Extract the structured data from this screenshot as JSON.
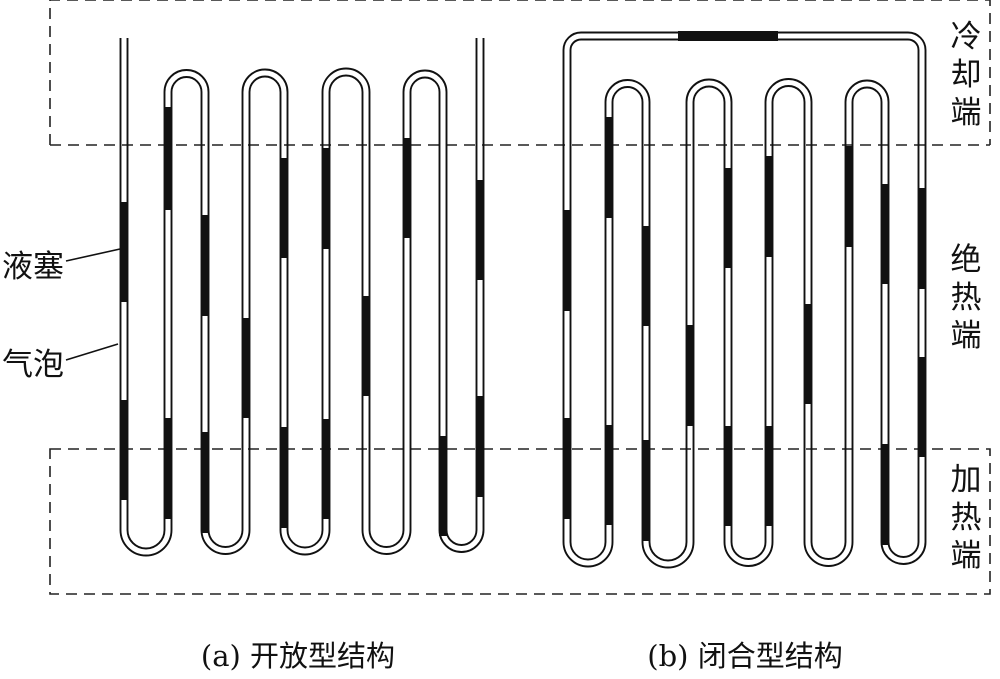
{
  "zones": {
    "cooling": "冷却端",
    "adiabatic": "绝热端",
    "heating": "加热端"
  },
  "legend": {
    "liquid_slug": "液塞",
    "vapor_bubble": "气泡"
  },
  "captions": {
    "open": "(a) 开放型结构",
    "closed": "(b) 闭合型结构"
  },
  "colors": {
    "line": "#111111",
    "slug": "#111111",
    "dash": "#222222"
  }
}
